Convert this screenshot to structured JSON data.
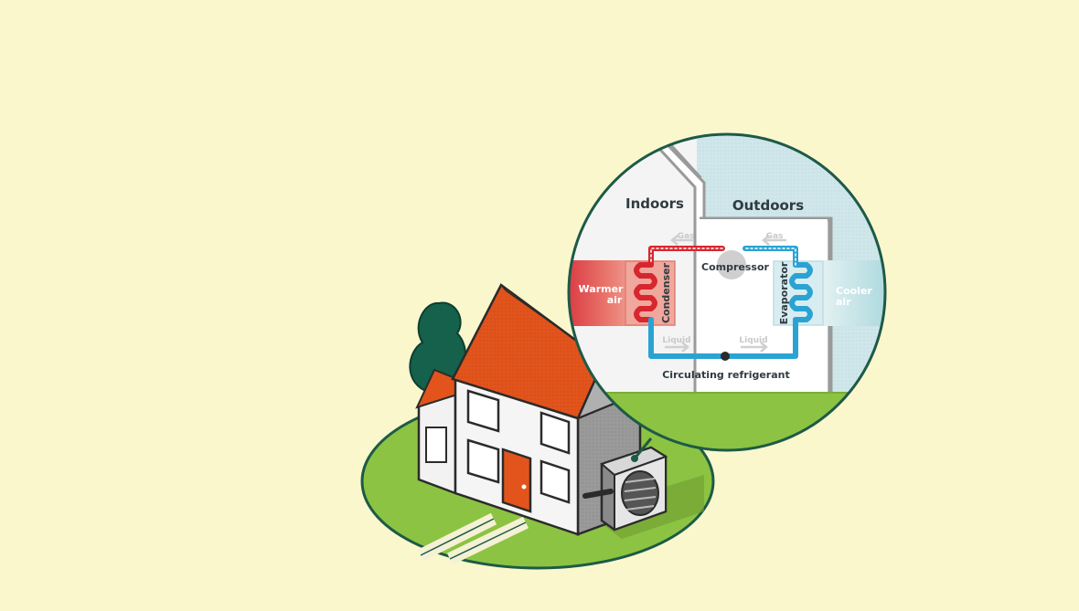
{
  "diagram": {
    "labels": {
      "indoors": "Indoors",
      "outdoors": "Outdoors",
      "gas_left": "Gas",
      "gas_right": "Gas",
      "compressor": "Compressor",
      "warmer_air_line1": "Warmer",
      "warmer_air_line2": "air",
      "condenser": "Condenser",
      "evaporator": "Evaporator",
      "cooler_air_line1": "Cooler",
      "cooler_air_line2": "air",
      "liquid_left": "Liquid",
      "liquid_right": "Liquid",
      "circulating": "Circulating refrigerant"
    },
    "colors": {
      "background": "#fbf7cd",
      "grass": "#8cc342",
      "outline": "#1d5a47",
      "roof": "#e2541c",
      "hot": "#d8262f",
      "cold": "#2aa3d3",
      "sky": "#cfe6ea"
    }
  }
}
